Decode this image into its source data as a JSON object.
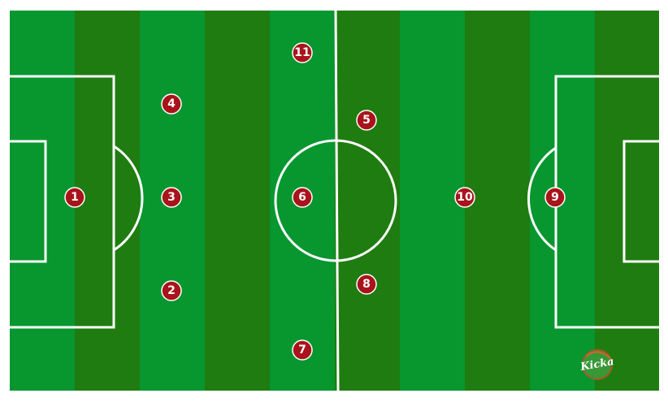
{
  "pitch": {
    "colors": {
      "light_stripe": "#08962f",
      "dark_stripe": "#1f7c10",
      "lines": "#ffffff",
      "player_fill": "#a8141a",
      "player_border": "#ffffff"
    }
  },
  "players": [
    {
      "number": "1"
    },
    {
      "number": "2"
    },
    {
      "number": "3"
    },
    {
      "number": "4"
    },
    {
      "number": "5"
    },
    {
      "number": "6"
    },
    {
      "number": "7"
    },
    {
      "number": "8"
    },
    {
      "number": "9"
    },
    {
      "number": "10"
    },
    {
      "number": "11"
    }
  ],
  "logo": {
    "text": "Kicka"
  }
}
